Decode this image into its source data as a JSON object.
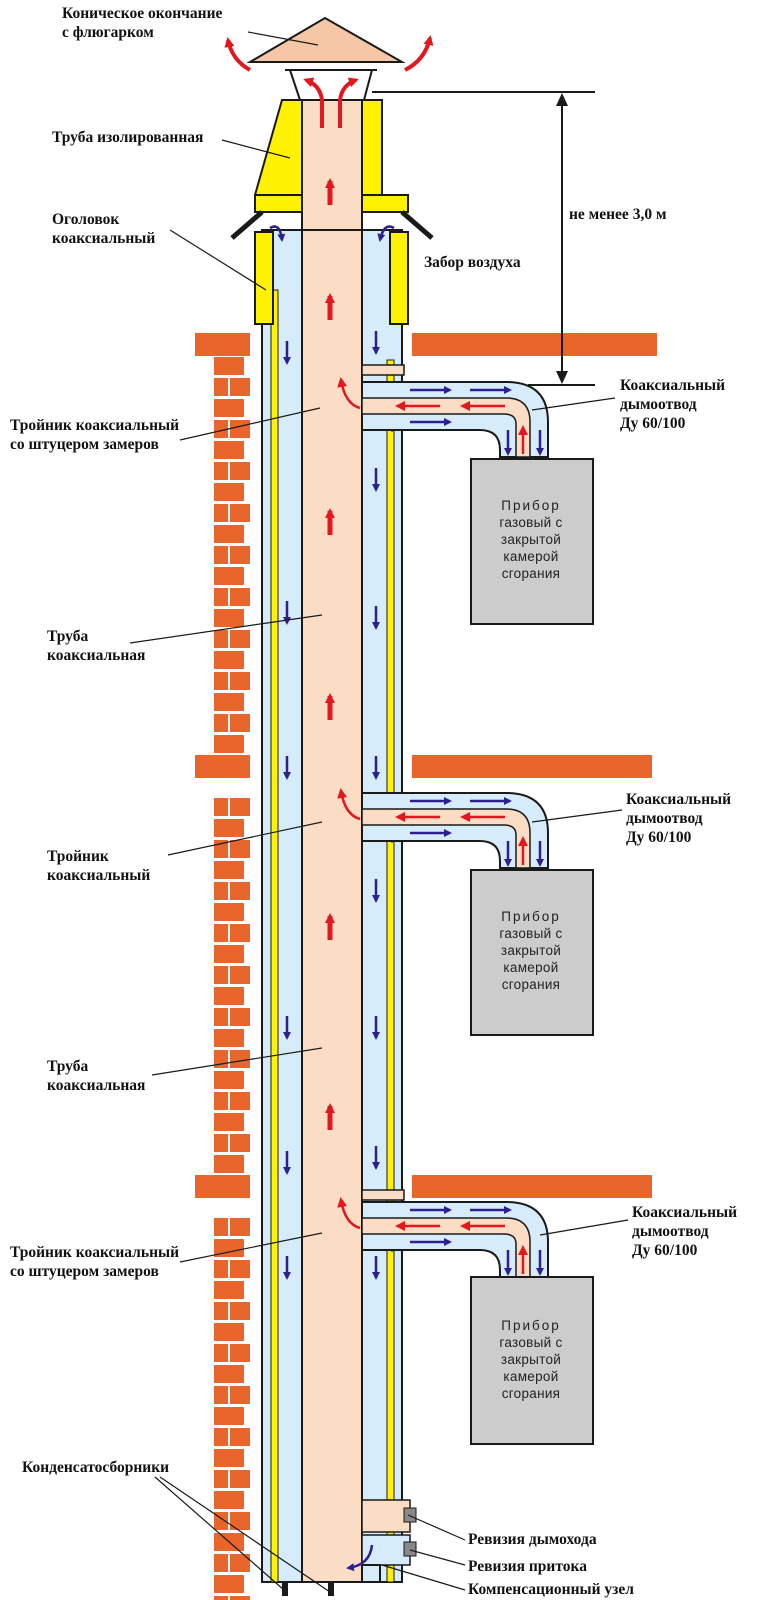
{
  "labels": {
    "cone": [
      "Коническое окончание",
      "с флюгарком"
    ],
    "insulated_pipe": "Труба изолированная",
    "coax_head": [
      "Оголовок",
      "коаксиальный"
    ],
    "height": "не менее 3,0 м",
    "air_intake": "Забор воздуха",
    "flue1": [
      "Коаксиальный",
      "дымоотвод",
      "Ду 60/100"
    ],
    "tee1": [
      "Тройник коаксиальный",
      "со штуцером замеров"
    ],
    "pipe1": [
      "Труба",
      "коаксиальная"
    ],
    "flue2": [
      "Коаксиальный",
      "дымоотвод",
      "Ду 60/100"
    ],
    "tee2": [
      "Тройник",
      "коаксиальный"
    ],
    "pipe2": [
      "Труба",
      "коаксиальная"
    ],
    "flue3": [
      "Коаксиальный",
      "дымоотвод",
      "Ду 60/100"
    ],
    "tee3": [
      "Тройник коаксиальный",
      "со штуцером замеров"
    ],
    "rev_flue": "Ревизия дымохода",
    "rev_intake": "Ревизия притока",
    "comp_node": "Компенсационный узел",
    "condensate": "Конденсатосборники"
  },
  "device": [
    "Прибор",
    "газовый с",
    "закрытой",
    "камерой",
    "сгорания"
  ],
  "colors": {
    "brick": "#e8652b",
    "outer_pipe": "#d7ecfa",
    "inner_pipe": "#fbdcc4",
    "insulation": "#fff200",
    "device": "#cccccc",
    "cone": "#f6c7a6",
    "air_arrow": "#2e1f8f",
    "flue_arrow": "#e3181f"
  },
  "icons": [
    "arrow-up-icon",
    "arrow-down-icon",
    "arrow-left-icon",
    "arrow-right-icon"
  ]
}
